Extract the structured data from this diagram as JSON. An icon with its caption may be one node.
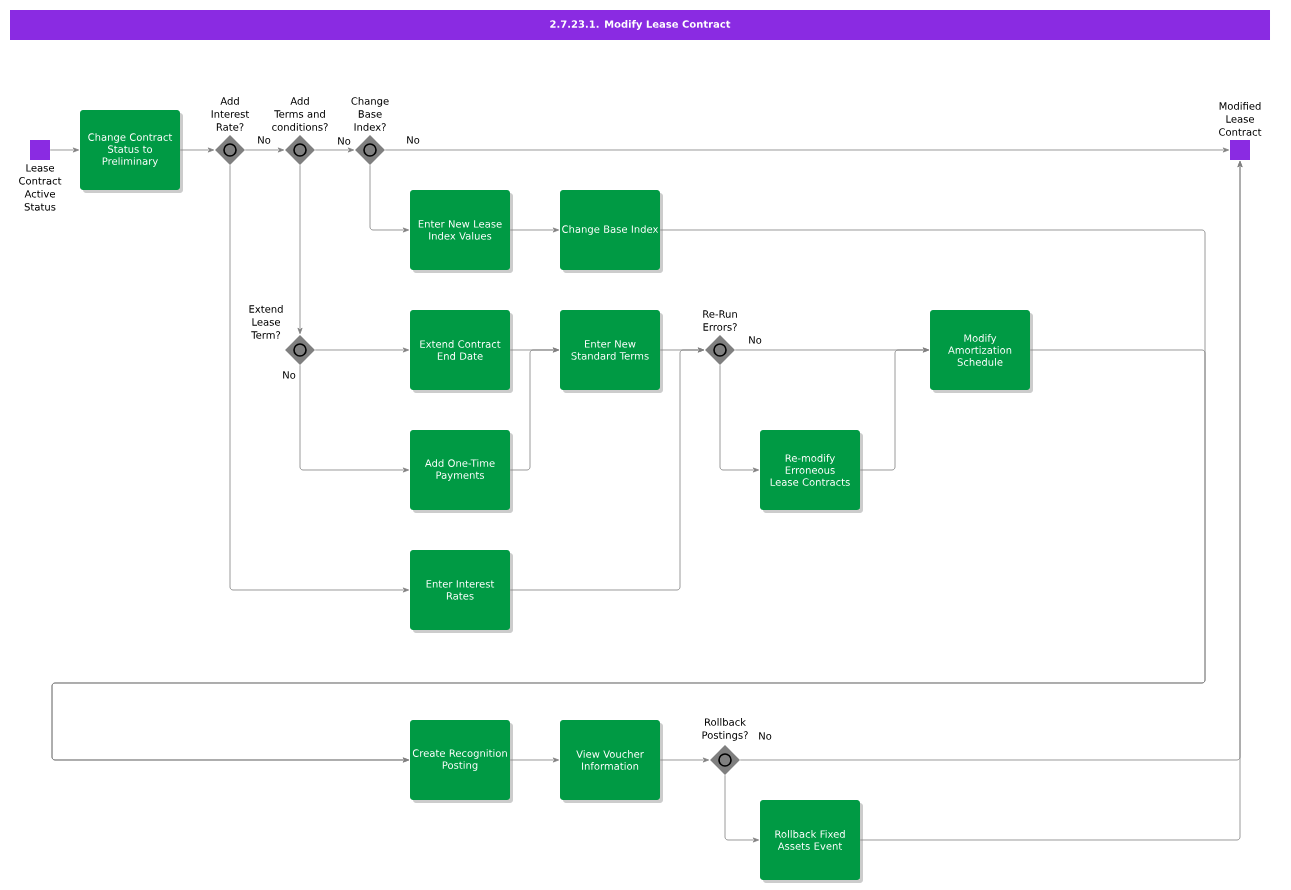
{
  "diagram": {
    "title": "2.7.23.1. Modify Lease Contract",
    "nodes": [
      {
        "text": [],
        "shape": "box",
        "beside": [
          "Lease Contract Active Status"
        ]
      },
      {
        "text": [
          "Change Contract Status to Preliminary"
        ]
      },
      {
        "text": [
          "Add Interest Rate?"
        ]
      },
      {
        "text": [
          "Add Terms and conditions?"
        ]
      },
      {
        "text": [
          "Change Base Index?"
        ]
      },
      {
        "text": [],
        "shape": "box",
        "beside": [
          "Modified Lease Contract"
        ]
      },
      {
        "text": [
          "Enter New Lease Index Values"
        ]
      },
      {
        "text": [
          "Change Base Index"
        ]
      },
      {
        "text": [
          "Extend Lease Term?"
        ]
      },
      {
        "text": [
          "Extend Contract End Date"
        ]
      },
      {
        "text": [
          "Enter New Standard Terms"
        ]
      },
      {
        "text": [
          "Re-Run Errors?"
        ]
      },
      {
        "text": [
          "Modify Amortization Schedule"
        ]
      },
      {
        "text": [
          "Add One-Time Payments"
        ]
      },
      {
        "text": [
          "Re-modify Erroneous Lease Contracts"
        ]
      },
      {
        "text": [
          "Enter Interest Rates"
        ]
      },
      {
        "text": [
          "Create Recognition Posting"
        ]
      },
      {
        "text": [
          "View Voucher Information"
        ]
      },
      {
        "text": [
          "Rollback Postings?"
        ]
      },
      {
        "text": [
          "Rollback Fixed Assets Event"
        ]
      }
    ],
    "edges": [
      {
        "from": 0,
        "to": 1,
        "arrow": "to"
      },
      {
        "from": 1,
        "to": 2,
        "arrow": "to"
      },
      {
        "from": 2,
        "to": 3,
        "arrow": "to",
        "label": "No"
      },
      {
        "from": 3,
        "to": 4,
        "arrow": "to",
        "label": "No"
      },
      {
        "from": 4,
        "to": 5,
        "arrow": "to",
        "label": "No"
      },
      {
        "from": 4,
        "to": 6,
        "arrow": "to"
      },
      {
        "from": 6,
        "to": 7,
        "arrow": "to"
      },
      {
        "from": 7,
        "to": 16,
        "arrow": "to"
      },
      {
        "from": 2,
        "to": 15,
        "arrow": "to"
      },
      {
        "from": 3,
        "to": 8,
        "arrow": "to"
      },
      {
        "from": 8,
        "to": 9,
        "arrow": "to"
      },
      {
        "from": 8,
        "to": 13,
        "arrow": "to",
        "label": "No"
      },
      {
        "from": 9,
        "to": 10,
        "arrow": "to"
      },
      {
        "from": 13,
        "to": 10,
        "arrow": "to"
      },
      {
        "from": 10,
        "to": 11,
        "arrow": "to"
      },
      {
        "from": 15,
        "to": 11,
        "arrow": "to"
      },
      {
        "from": 11,
        "to": 12,
        "arrow": "to",
        "label": "No"
      },
      {
        "from": 11,
        "to": 14,
        "arrow": "to"
      },
      {
        "from": 14,
        "to": 12,
        "arrow": "to"
      },
      {
        "from": 12,
        "to": 16,
        "arrow": "to"
      },
      {
        "from": 16,
        "to": 17,
        "arrow": "to"
      },
      {
        "from": 17,
        "to": 18,
        "arrow": "to"
      },
      {
        "from": 18,
        "to": 5,
        "arrow": "to",
        "label": "No"
      },
      {
        "from": 18,
        "to": 19,
        "arrow": "to"
      },
      {
        "from": 19,
        "to": 5,
        "arrow": "to"
      }
    ]
  }
}
